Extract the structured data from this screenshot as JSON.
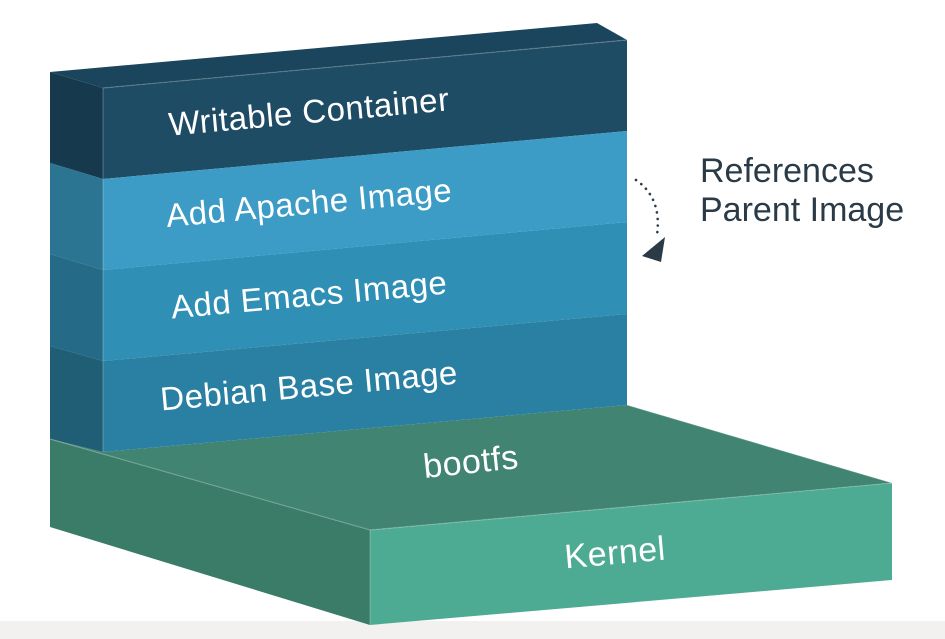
{
  "diagram": {
    "title_hint": "docker-image-layers",
    "background": "#ffffff",
    "bottom_strip_color": "#f2f1f0",
    "text_color": "#ffffff",
    "wall": {
      "top_color": "#1a455c",
      "layers": [
        {
          "label": "Writable Container",
          "front": "#1f4c65",
          "side": "#16394e"
        },
        {
          "label": "Add Apache Image",
          "front": "#3d9cc6",
          "side": "#2b7593"
        },
        {
          "label": "Add Emacs Image",
          "front": "#2f8fb5",
          "side": "#256a86"
        },
        {
          "label": "Debian Base Image",
          "front": "#2a80a2",
          "side": "#205e76"
        }
      ]
    },
    "slab": {
      "bootfs_label": "bootfs",
      "kernel_label": "Kernel",
      "top_color": "#408471",
      "left_color": "#3a7c68",
      "kernel_front_color": "#4eab93"
    },
    "annotation": {
      "line1": "References",
      "line2": "Parent Image",
      "color": "#2a3b47"
    }
  }
}
